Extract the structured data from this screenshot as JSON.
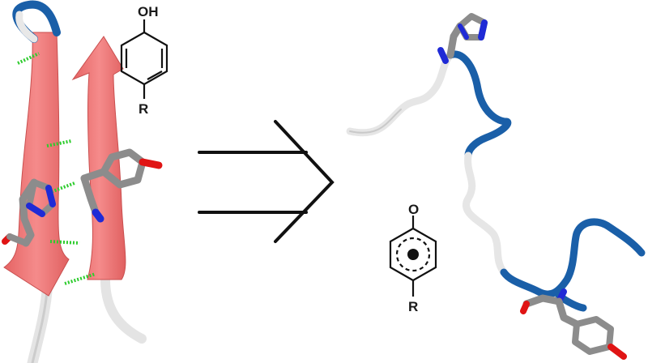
{
  "phenol": {
    "top_label": "OH",
    "sub_label": "R"
  },
  "phenoxyl": {
    "top_label": "O",
    "sub_label": "R"
  },
  "colors": {
    "sheet": "#f07878",
    "sheet_dark": "#d85c5c",
    "coil_white": "#e6e6e6",
    "coil_blue": "#1a5fa8",
    "hbond": "#2ecc2e",
    "carbon": "#8c8c8c",
    "nitrogen": "#1f2ad6",
    "oxygen": "#e01414",
    "ink": "#111111"
  },
  "icons": [
    "hairpin-peptide-icon",
    "histidine-sticks-icon",
    "tyrosine-sticks-icon",
    "double-arrow-icon",
    "unfolded-peptide-icon"
  ]
}
